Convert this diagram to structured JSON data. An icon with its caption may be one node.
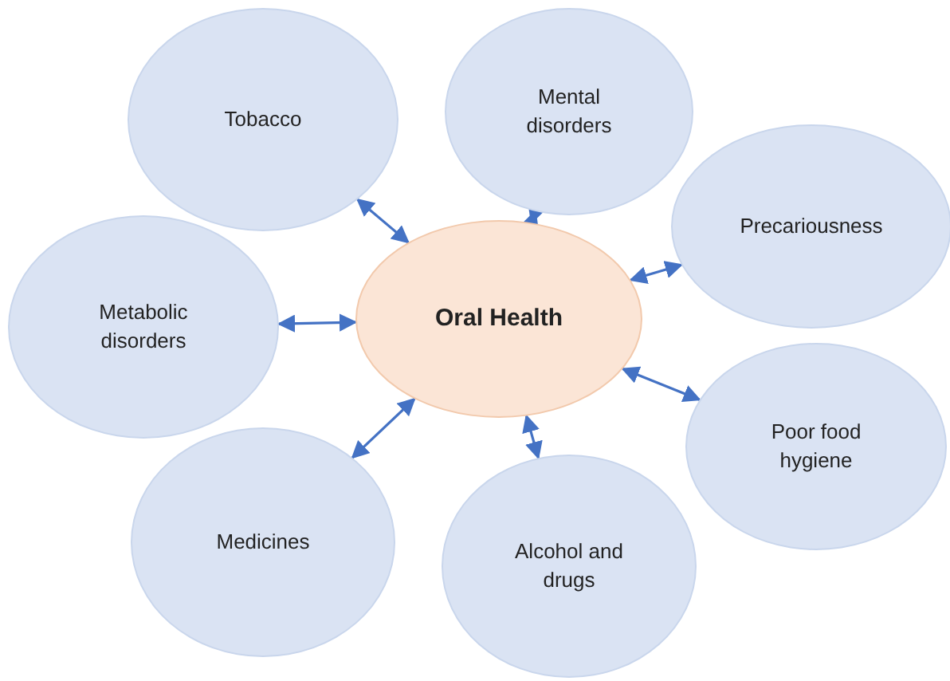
{
  "diagram": {
    "nodes": [
      {
        "text": [
          "Oral Health"
        ]
      },
      {
        "text": [
          "Tobacco"
        ]
      },
      {
        "text": [
          "Mental disorders"
        ]
      },
      {
        "text": [
          "Precariousness"
        ]
      },
      {
        "text": [
          "Metabolic disorders"
        ]
      },
      {
        "text": [
          "Poor food hygiene"
        ]
      },
      {
        "text": [
          "Medicines"
        ]
      },
      {
        "text": [
          "Alcohol and drugs"
        ]
      }
    ],
    "edges": [
      {
        "from": 1,
        "to": 0,
        "arrow": "both"
      },
      {
        "from": 2,
        "to": 0,
        "arrow": "both"
      },
      {
        "from": 3,
        "to": 0,
        "arrow": "both"
      },
      {
        "from": 4,
        "to": 0,
        "arrow": "both"
      },
      {
        "from": 5,
        "to": 0,
        "arrow": "both"
      },
      {
        "from": 6,
        "to": 0,
        "arrow": "both"
      },
      {
        "from": 7,
        "to": 0,
        "arrow": "both"
      }
    ]
  }
}
